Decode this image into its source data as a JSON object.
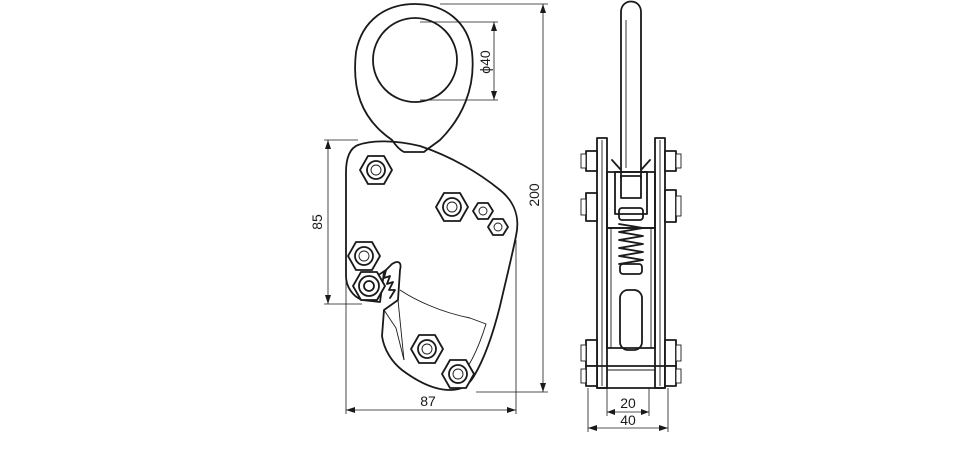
{
  "diagram": {
    "dimensions": {
      "eye_diameter": "ϕ40",
      "height_total": "200",
      "jaw_height": "85",
      "width_side": "87",
      "jaw_opening": "20",
      "width_front": "40"
    }
  }
}
